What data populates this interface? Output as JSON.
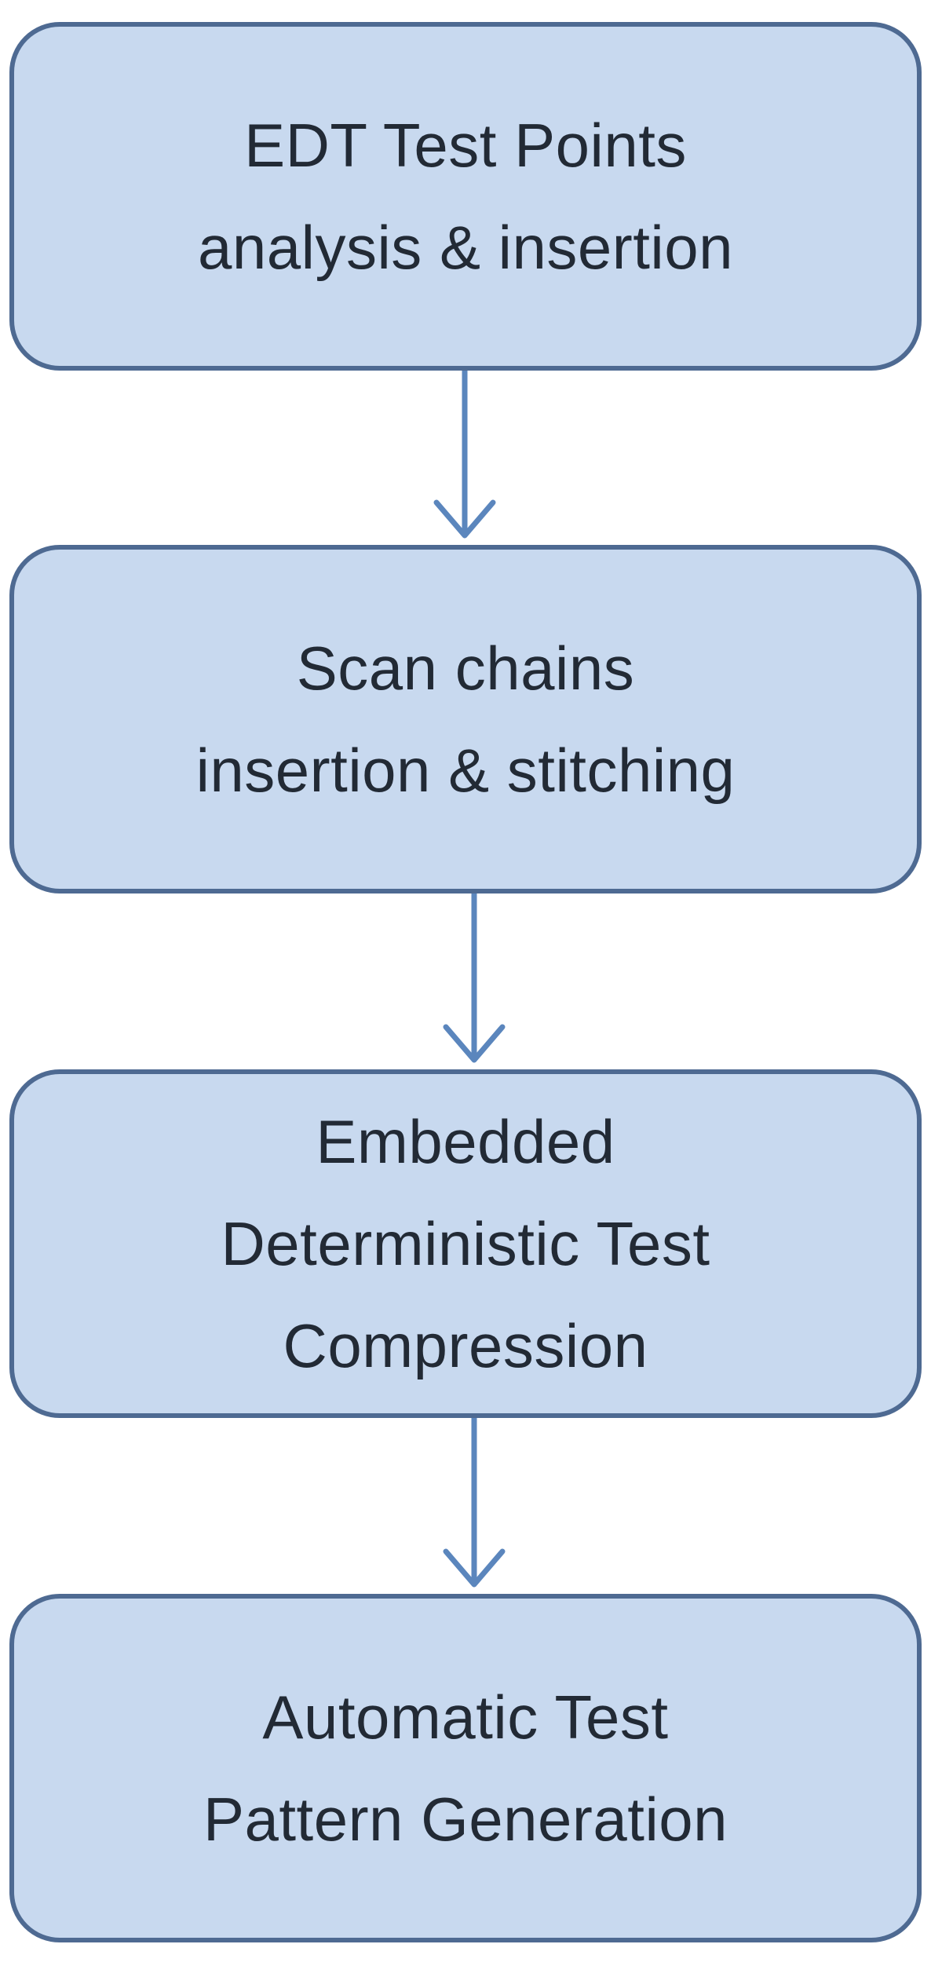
{
  "steps": [
    {
      "label": "EDT Test Points\nanalysis & insertion"
    },
    {
      "label": "Scan chains\ninsertion & stitching"
    },
    {
      "label": "Embedded\nDeterministic Test\nCompression"
    },
    {
      "label": "Automatic Test\nPattern Generation"
    }
  ],
  "colors": {
    "box_fill": "#c8d9ef",
    "box_border": "#4e6a92",
    "arrow": "#5b86bd",
    "text": "#222a35"
  },
  "arrows": [
    {
      "from": "step-1",
      "to": "step-2"
    },
    {
      "from": "step-2",
      "to": "step-3"
    },
    {
      "from": "step-3",
      "to": "step-4"
    }
  ]
}
